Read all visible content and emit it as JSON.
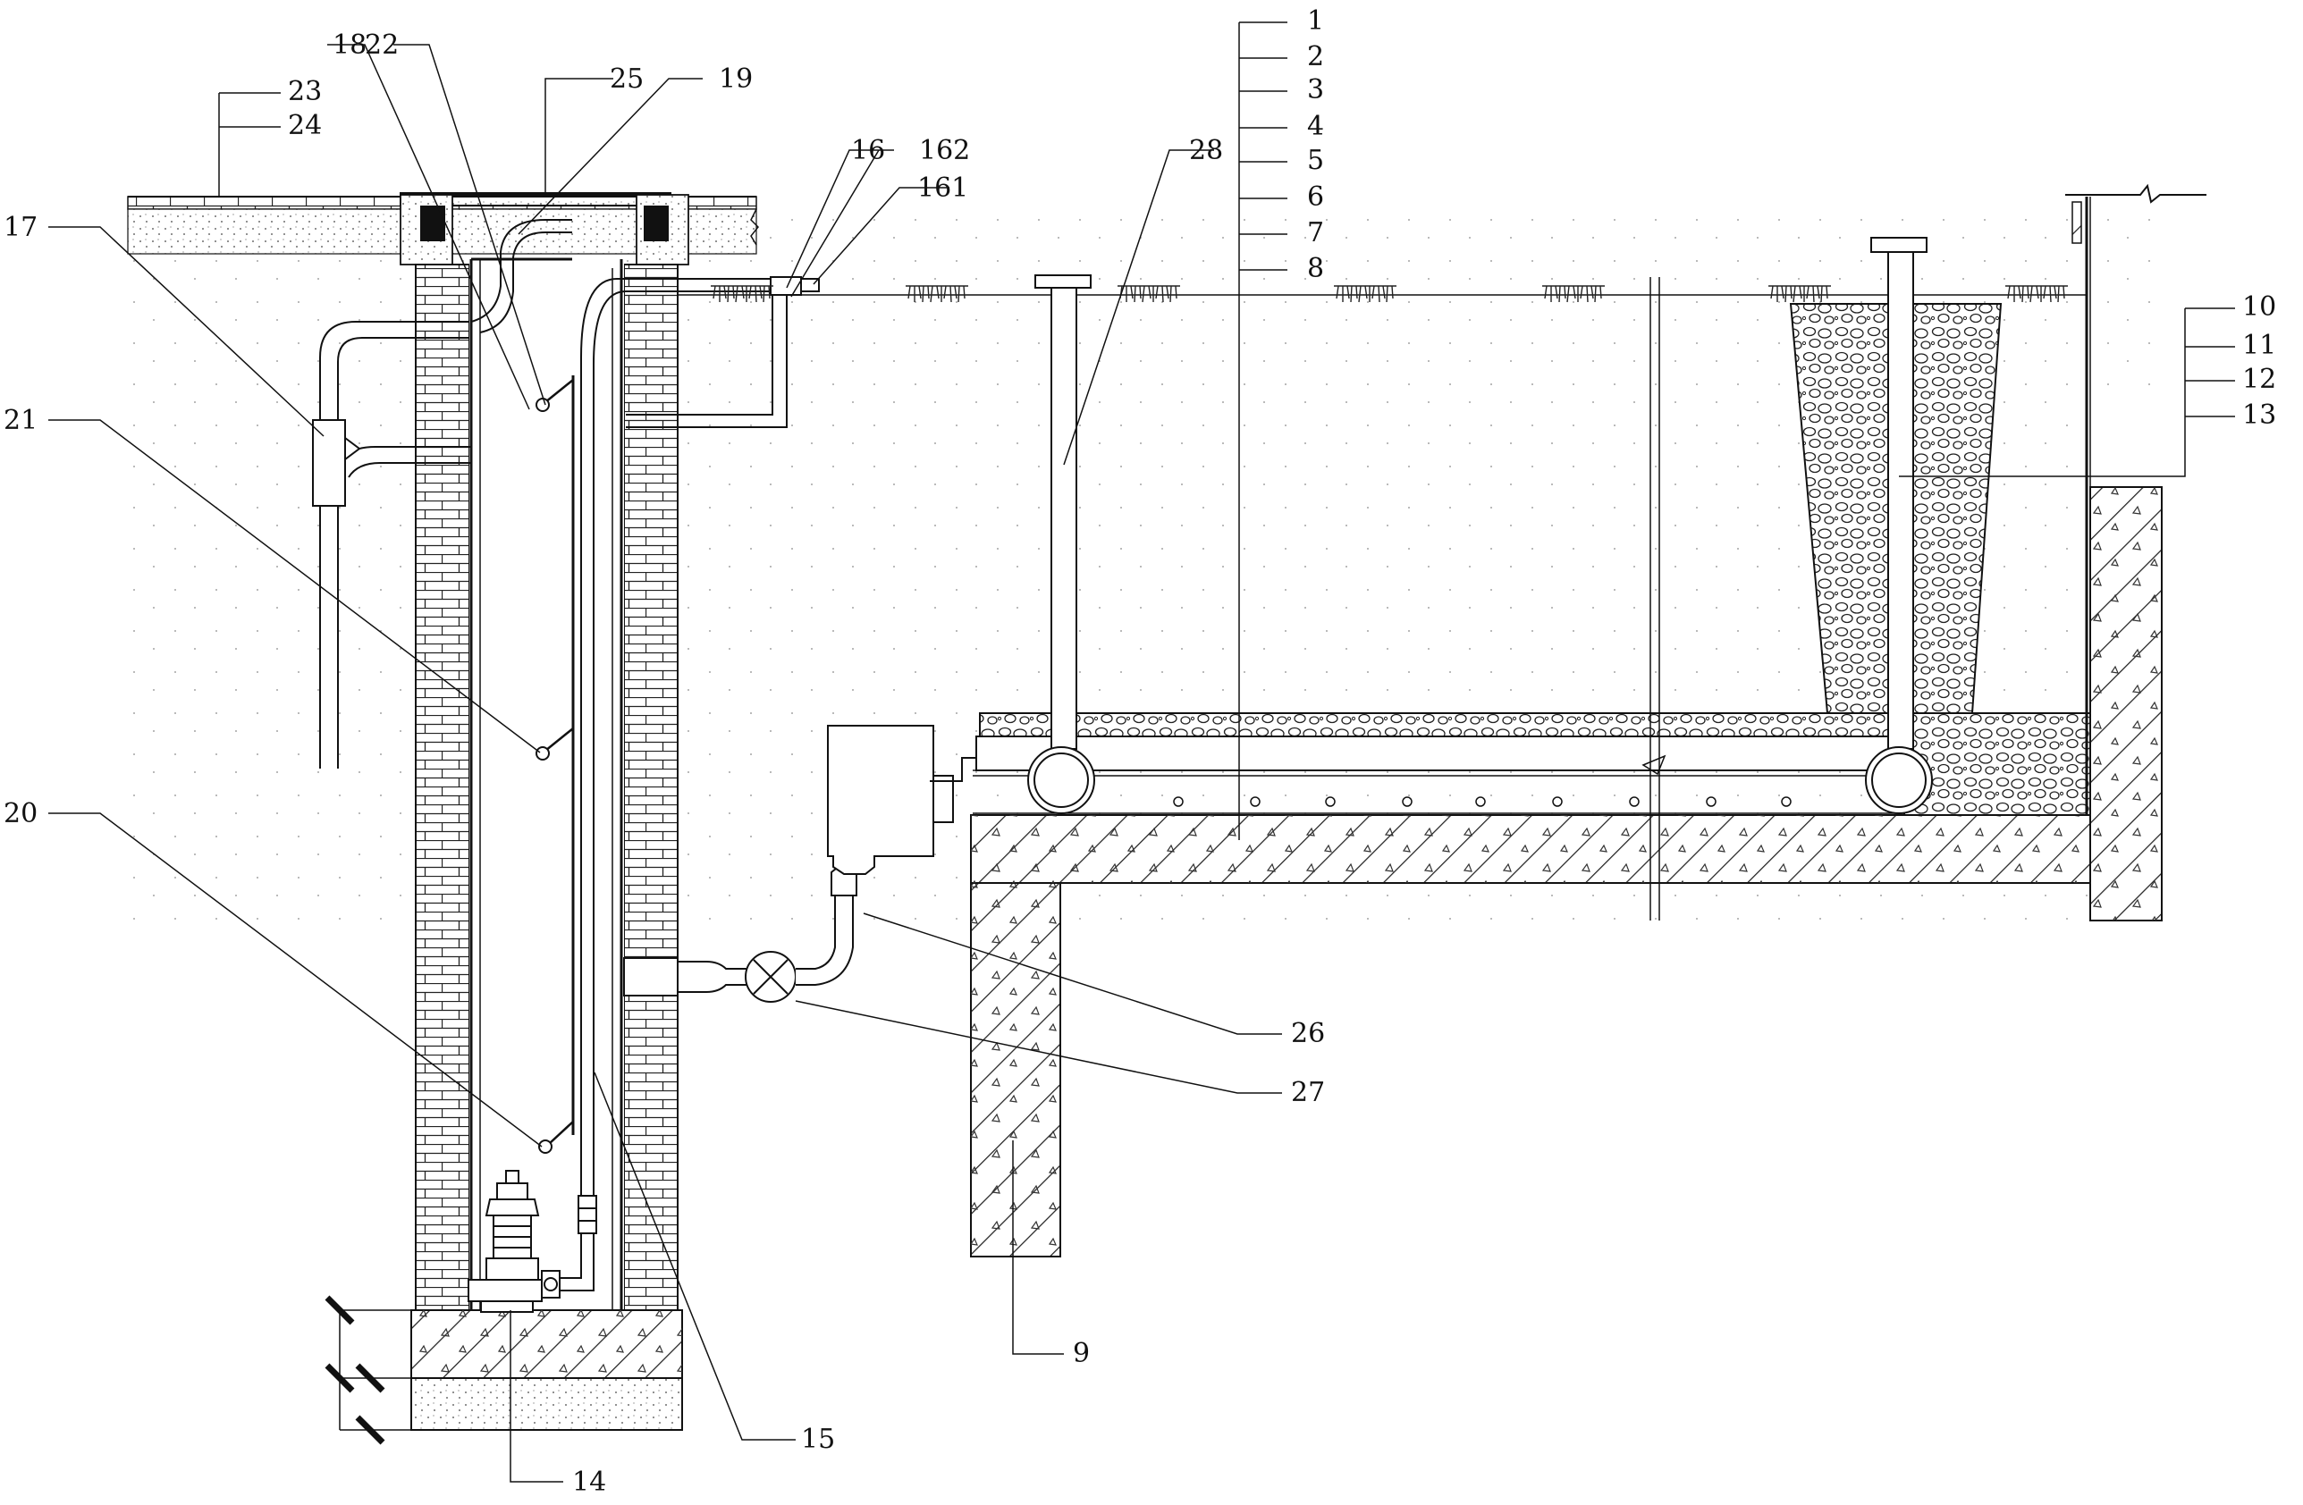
{
  "labels": {
    "l1": "1",
    "l2": "2",
    "l3": "3",
    "l4": "4",
    "l5": "5",
    "l6": "6",
    "l7": "7",
    "l8": "8",
    "l9": "9",
    "l10": "10",
    "l11": "11",
    "l12": "12",
    "l13": "13",
    "l14": "14",
    "l15": "15",
    "l16": "16",
    "l161": "161",
    "l162": "162",
    "l17": "17",
    "l18": "18",
    "l19": "19",
    "l20": "20",
    "l21": "21",
    "l22": "22",
    "l23": "23",
    "l24": "24",
    "l25": "25",
    "l26": "26",
    "l27": "27",
    "l28": "28"
  },
  "colors": {
    "line": "#111111",
    "fill_light": "#f4f4f4",
    "background": "#ffffff"
  }
}
